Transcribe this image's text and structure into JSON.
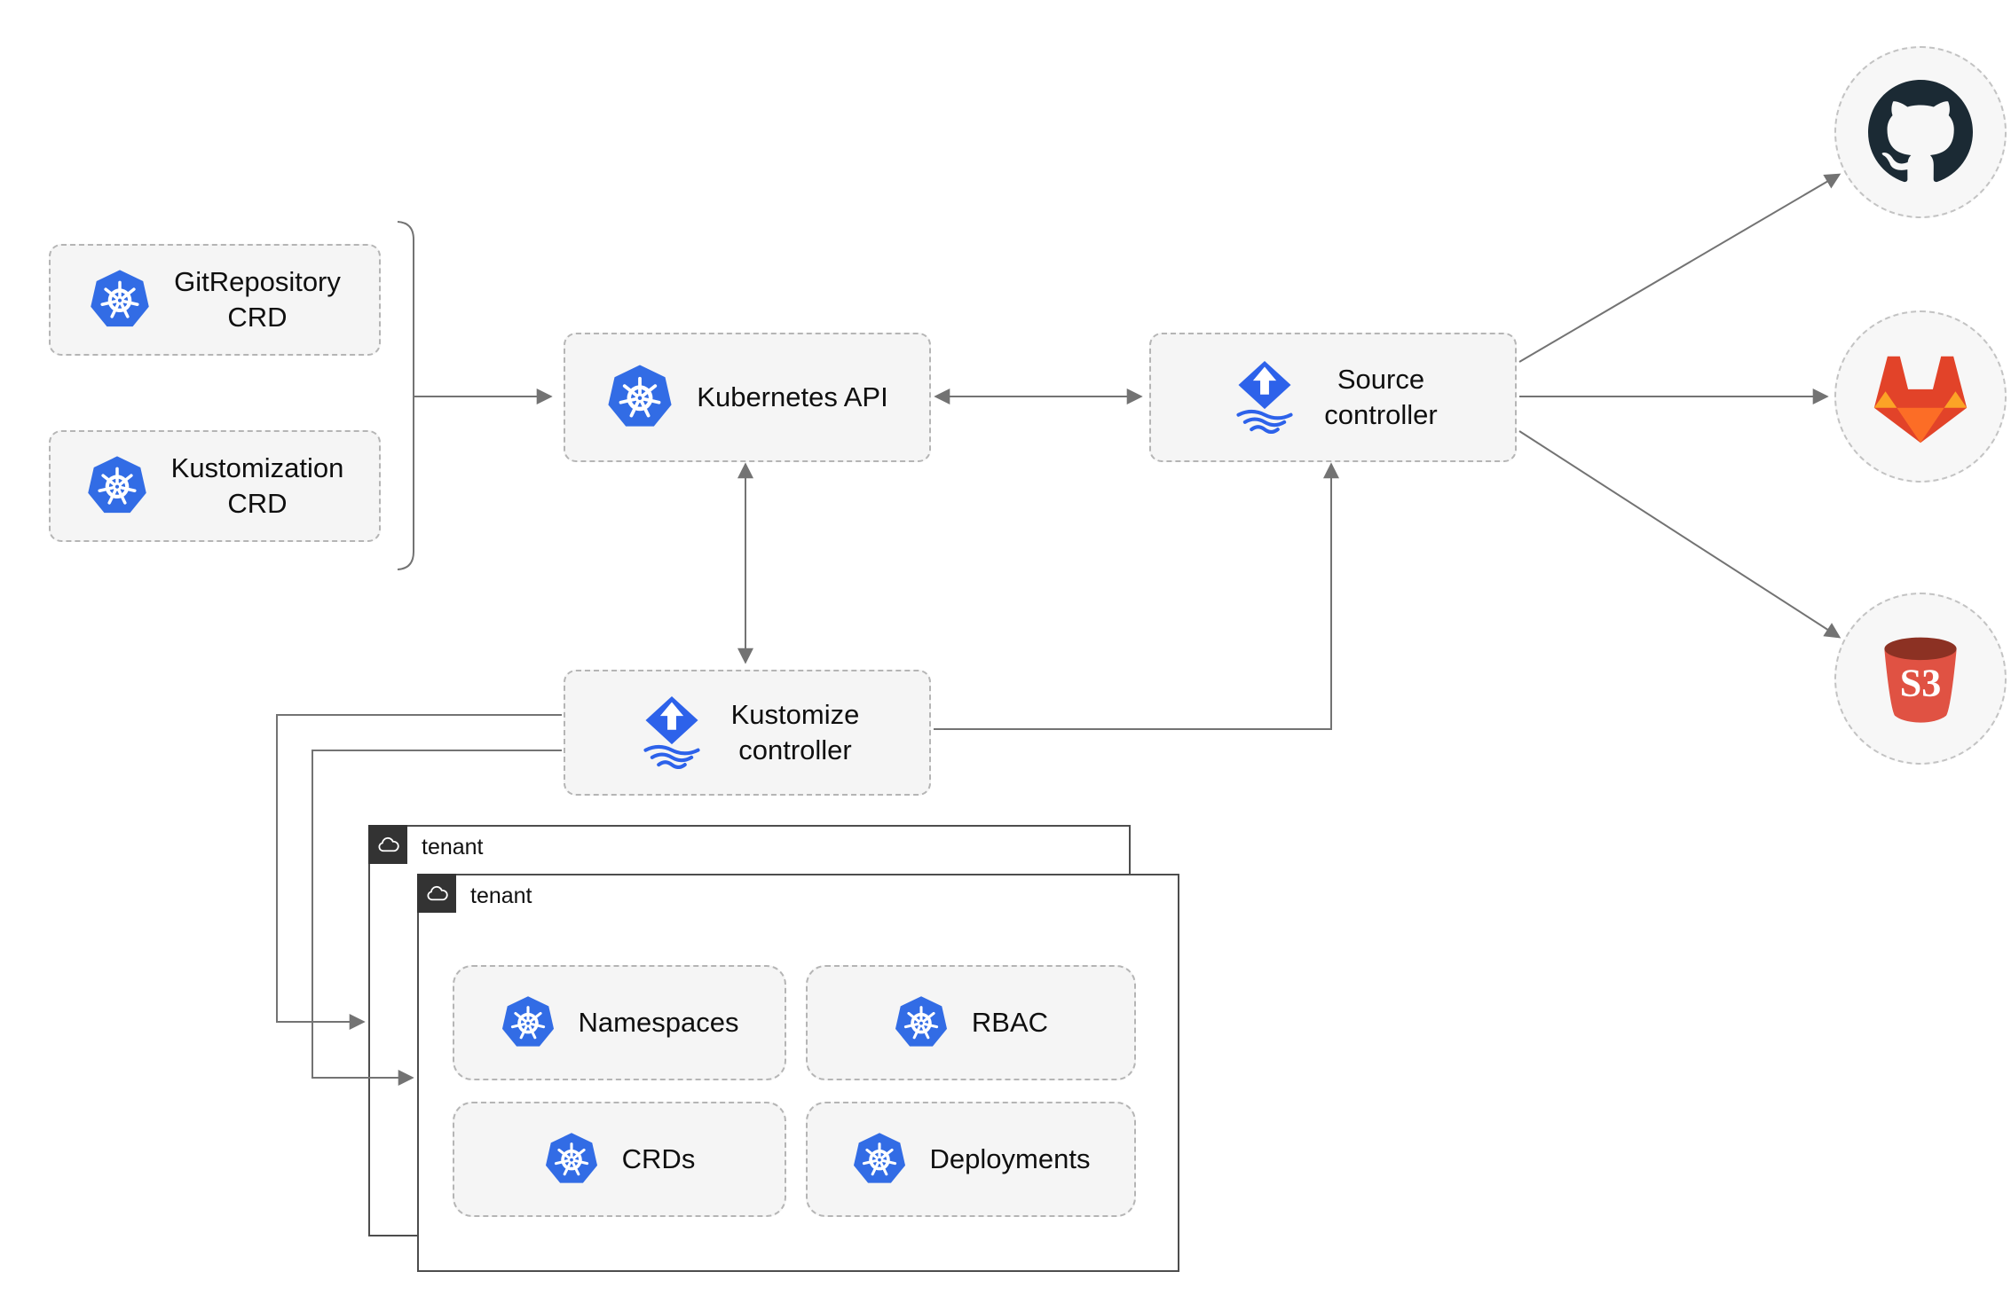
{
  "nodes": {
    "git_repository_crd": {
      "label": "GitRepository\nCRD",
      "icon": "kubernetes"
    },
    "kustomization_crd": {
      "label": "Kustomization\nCRD",
      "icon": "kubernetes"
    },
    "kubernetes_api": {
      "label": "Kubernetes API",
      "icon": "kubernetes"
    },
    "source_controller": {
      "label": "Source\ncontroller",
      "icon": "flux"
    },
    "kustomize_controller": {
      "label": "Kustomize\ncontroller",
      "icon": "flux"
    },
    "tenant_back": {
      "label": "tenant",
      "icon": "cloud"
    },
    "tenant_front": {
      "label": "tenant",
      "icon": "cloud"
    },
    "namespaces": {
      "label": "Namespaces",
      "icon": "kubernetes"
    },
    "rbac": {
      "label": "RBAC",
      "icon": "kubernetes"
    },
    "crds": {
      "label": "CRDs",
      "icon": "kubernetes"
    },
    "deployments": {
      "label": "Deployments",
      "icon": "kubernetes"
    },
    "github": {
      "icon": "github-octocat-logo"
    },
    "gitlab": {
      "icon": "gitlab-tanuki-logo"
    },
    "s3": {
      "icon": "s3-bucket-logo",
      "label": "S3"
    }
  },
  "edges": [
    {
      "from": "crd-definitions-bracket",
      "to": "kubernetes-api",
      "style": "arrow"
    },
    {
      "from": "kubernetes-api",
      "to": "source-controller",
      "style": "double-arrow"
    },
    {
      "from": "kubernetes-api",
      "to": "kustomize-controller",
      "style": "double-arrow"
    },
    {
      "from": "kustomize-controller",
      "to": "source-controller",
      "style": "arrow"
    },
    {
      "from": "source-controller",
      "to": "github",
      "style": "arrow"
    },
    {
      "from": "source-controller",
      "to": "gitlab",
      "style": "arrow"
    },
    {
      "from": "source-controller",
      "to": "s3",
      "style": "arrow"
    },
    {
      "from": "kustomize-controller",
      "to": "tenant-back",
      "style": "arrow"
    },
    {
      "from": "kustomize-controller",
      "to": "tenant-front",
      "style": "arrow"
    }
  ],
  "colors": {
    "kubernetes_blue": "#326ce5",
    "flux_blue": "#2d62ea",
    "node_fill": "#f5f5f5",
    "node_border": "#b5b5b5",
    "connector": "#737373",
    "tenant_border": "#4d4d4d",
    "tenant_tab_bg": "#333333",
    "github_dark": "#1b2a34",
    "gitlab_red": "#e24329",
    "gitlab_orange": "#fc6d26",
    "gitlab_light_orange": "#fca326",
    "s3_red": "#e05243",
    "s3_dark_red": "#8c3123"
  }
}
